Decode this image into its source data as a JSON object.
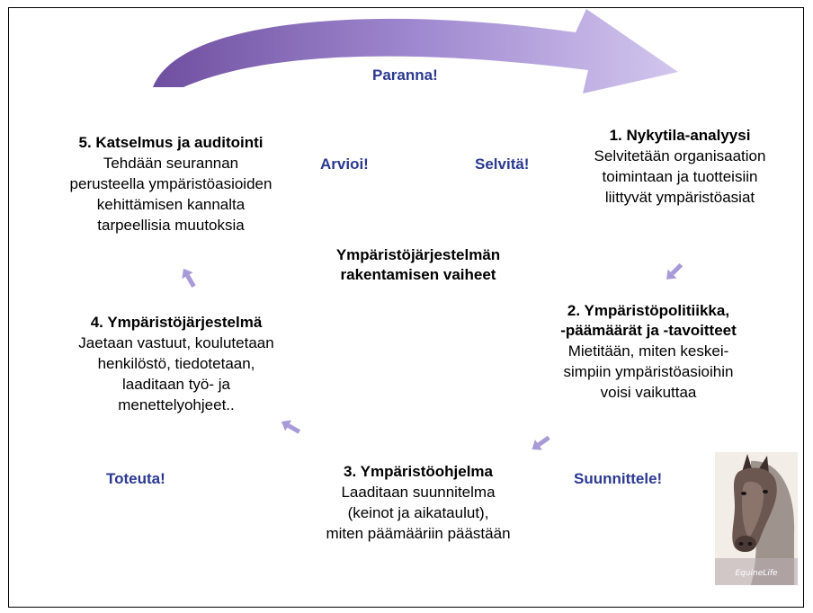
{
  "center": {
    "line1": "Ympäristöjärjestelmän",
    "line2": "rakentamisen vaiheet"
  },
  "verbs": {
    "improve": "Paranna!",
    "evaluate": "Arvioi!",
    "clarify": "Selvitä!",
    "plan": "Suunnittele!",
    "implement": "Toteuta!"
  },
  "steps": [
    {
      "title": "1.  Nykytila-analyysi",
      "lines": [
        "Selvitetään organisaation",
        "toimintaan ja tuotteisiin",
        "liittyvät ympäristöasiat"
      ]
    },
    {
      "title_lines": [
        "2. Ympäristöpolitiikka,",
        "-päämäärät ja -tavoitteet"
      ],
      "lines": [
        "Mietitään, miten keskei-",
        "simpiin ympäristöasioihin",
        "voisi vaikuttaa"
      ]
    },
    {
      "title": "3. Ympäristöohjelma",
      "lines": [
        "Laaditaan suunnitelma",
        "(keinot ja aikataulut),",
        "miten päämääriin päästään"
      ]
    },
    {
      "title": "4. Ympäristöjärjestelmä",
      "lines": [
        "Jaetaan vastuut, koulutetaan",
        "henkilöstö, tiedotetaan,",
        "laaditaan työ- ja",
        "menettelyohjeet.."
      ]
    },
    {
      "title": "5. Katselmus ja auditointi",
      "lines": [
        "Tehdään seurannan",
        "perusteella ympäristöasioiden",
        "kehittämisen kannalta",
        "tarpeellisia muutoksia"
      ]
    }
  ],
  "logo": {
    "text": "EquineLife"
  },
  "colors": {
    "verb": "#2b3990",
    "arrow": "#9b8ccf",
    "arc_dark": "#7b5aa8",
    "arc_light": "#c8b9e8"
  }
}
